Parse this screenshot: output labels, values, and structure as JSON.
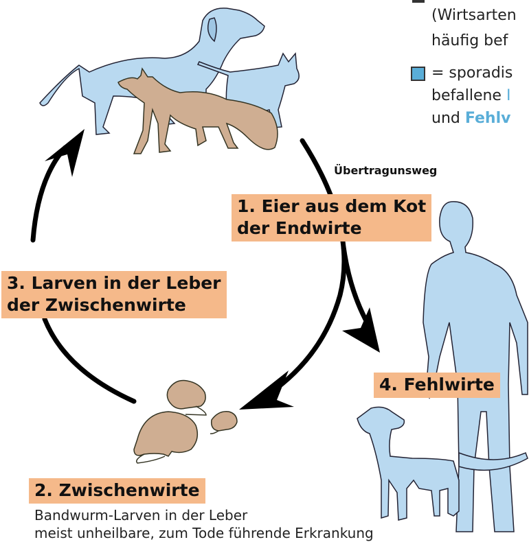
{
  "legend": {
    "line1": "(Wirtsarten",
    "line2": "häufig bef",
    "line3_prefix": "= sporadis",
    "line4_prefix": "befallene ",
    "line4_hl": "I",
    "line5_prefix": "und ",
    "line5_hl": "Fehlv"
  },
  "transmission_label": "Übertragunsweg",
  "stages": {
    "s1_line1": "1. Eier aus dem Kot",
    "s1_line2": "der Endwirte",
    "s2_title": "2. Zwischenwirte",
    "s2_desc1": "Bandwurm-Larven in der Leber",
    "s2_desc2": "meist unheilbare, zum Tode führende Erkrankung",
    "s3_line1": "3. Larven in der Leber",
    "s3_line2": "der Zwischenwirte",
    "s4_title": "4. Fehlwirte"
  },
  "colors": {
    "host_blue": "#b9d9f0",
    "fox_tan": "#cfae92",
    "label_orange": "#f5b98a",
    "accent_blue": "#5aaed8"
  }
}
